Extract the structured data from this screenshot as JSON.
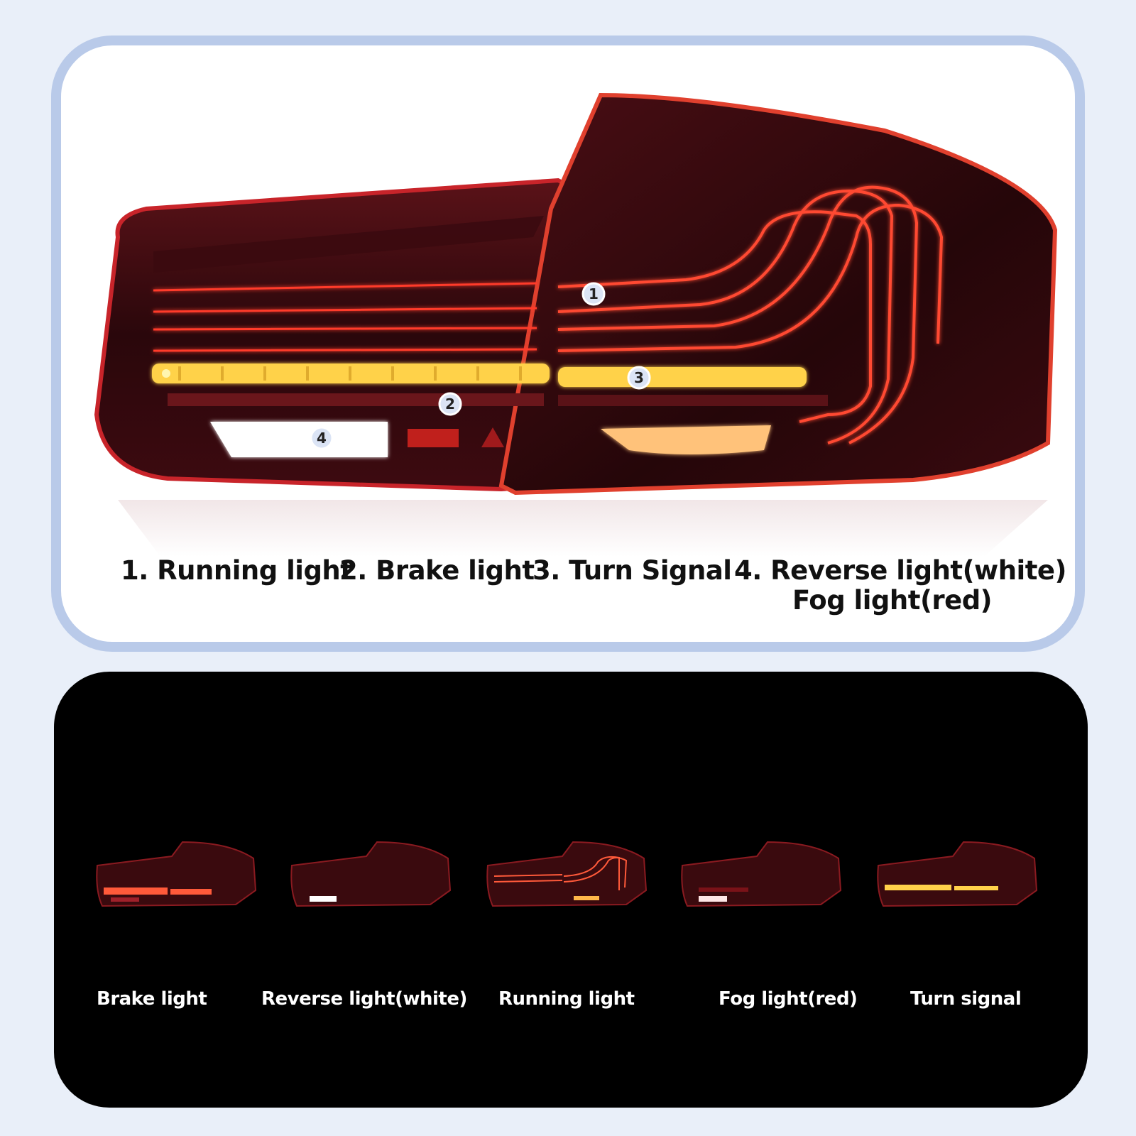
{
  "top_panel": {
    "markers": [
      "1",
      "2",
      "3",
      "4"
    ],
    "legend": [
      {
        "label": "1. Running light"
      },
      {
        "label": "2. Brake light"
      },
      {
        "label": "3. Turn Signal"
      },
      {
        "label": "4. Reverse light(white)"
      },
      {
        "label": "Fog light(red)"
      }
    ]
  },
  "bottom_panel": {
    "variants": [
      {
        "label": "Brake light"
      },
      {
        "label": "Reverse light(white)"
      },
      {
        "label": "Running light"
      },
      {
        "label": "Fog light(red)"
      },
      {
        "label": "Turn signal"
      }
    ]
  },
  "colors": {
    "frame_border": "#b9cae9",
    "lens_dark_red": "#3a0a0e",
    "light_strip_red": "#ff3b2a",
    "amber": "#ffd24a",
    "reverse_white": "#ffffff"
  }
}
